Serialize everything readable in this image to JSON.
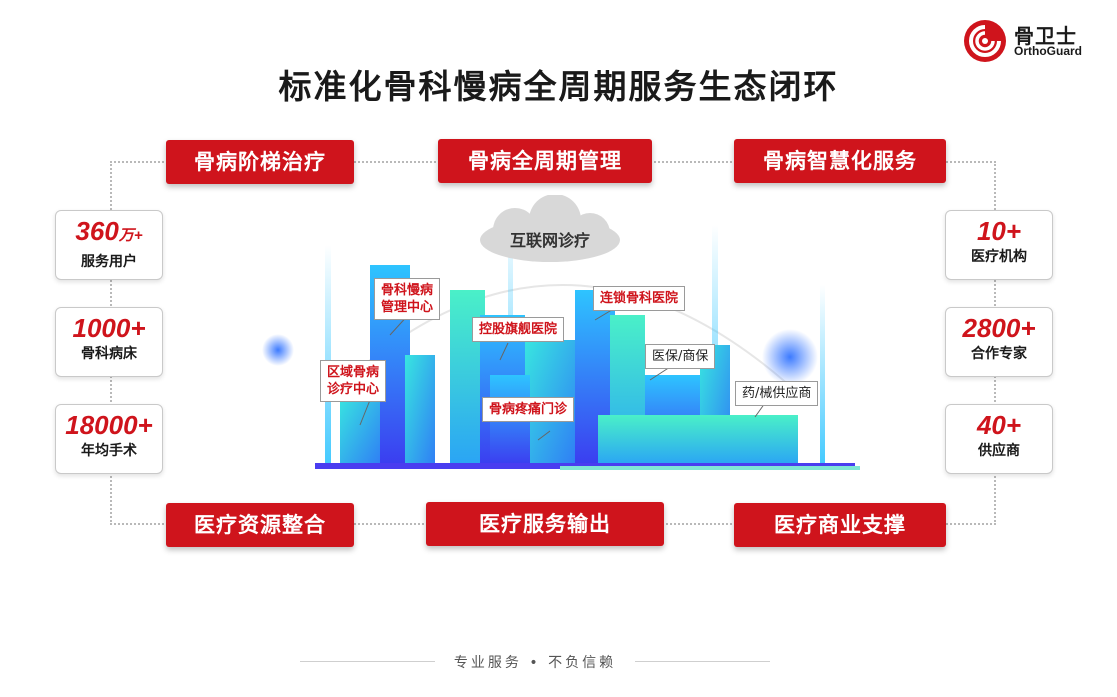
{
  "brand": {
    "name_cn": "骨卫士",
    "name_en": "OrthoGuard",
    "color": "#cf141c"
  },
  "title": "标准化骨科慢病全周期服务生态闭环",
  "top_banners": [
    "骨病阶梯治疗",
    "骨病全周期管理",
    "骨病智慧化服务"
  ],
  "bottom_banners": [
    "医疗资源整合",
    "医疗服务输出",
    "医疗商业支撑"
  ],
  "left_stats": [
    {
      "num": "360",
      "unit": "万+",
      "label": "服务用户"
    },
    {
      "num": "1000+",
      "unit": "",
      "label": "骨科病床"
    },
    {
      "num": "18000+",
      "unit": "",
      "label": "年均手术"
    }
  ],
  "right_stats": [
    {
      "num": "10+",
      "unit": "",
      "label": "医疗机构"
    },
    {
      "num": "2800+",
      "unit": "",
      "label": "合作专家"
    },
    {
      "num": "40+",
      "unit": "",
      "label": "供应商"
    }
  ],
  "cloud_label": "互联网诊疗",
  "tags": {
    "mgmt_center": [
      "骨科慢病",
      "管理中心"
    ],
    "regional_center": [
      "区域骨病",
      "诊疗中心"
    ],
    "flagship": "控股旗舰医院",
    "chain": "连锁骨科医院",
    "pain_clinic": "骨病疼痛门诊",
    "insurance": "医保/商保",
    "supplier": "药/械供应商"
  },
  "footer": "专业服务 • 不负信赖"
}
